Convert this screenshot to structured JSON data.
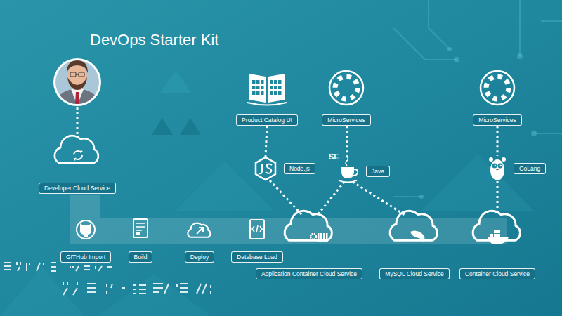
{
  "diagram": {
    "title": "DevOps Starter Kit",
    "nodes": [
      {
        "text": [
          "Developer Cloud Service"
        ]
      },
      {
        "text": [
          "Product Catalog UI"
        ]
      },
      {
        "text": [
          "MicroServices"
        ]
      },
      {
        "text": [
          "MicroServices"
        ]
      },
      {
        "text": [
          "Node.js"
        ]
      },
      {
        "text": [
          "Java"
        ]
      },
      {
        "text": [
          "GoLang"
        ]
      },
      {
        "text": [
          "GITHub Import"
        ]
      },
      {
        "text": [
          "Build"
        ]
      },
      {
        "text": [
          "Deploy"
        ]
      },
      {
        "text": [
          "Database Load"
        ]
      },
      {
        "text": [
          "Application Container Cloud Service"
        ]
      },
      {
        "text": [
          "MySQL Cloud Service"
        ]
      },
      {
        "text": [
          "Container Cloud Service"
        ]
      }
    ],
    "edges": [
      {
        "from": 1,
        "to": 4,
        "arrow": "none"
      },
      {
        "from": 4,
        "to": 11,
        "arrow": "none"
      },
      {
        "from": 2,
        "to": 5,
        "arrow": "none"
      },
      {
        "from": 5,
        "to": 11,
        "arrow": "none"
      },
      {
        "from": 5,
        "to": 12,
        "arrow": "none"
      },
      {
        "from": 3,
        "to": 6,
        "arrow": "none"
      },
      {
        "from": 6,
        "to": 13,
        "arrow": "none"
      }
    ],
    "labels": [
      "SE"
    ]
  }
}
